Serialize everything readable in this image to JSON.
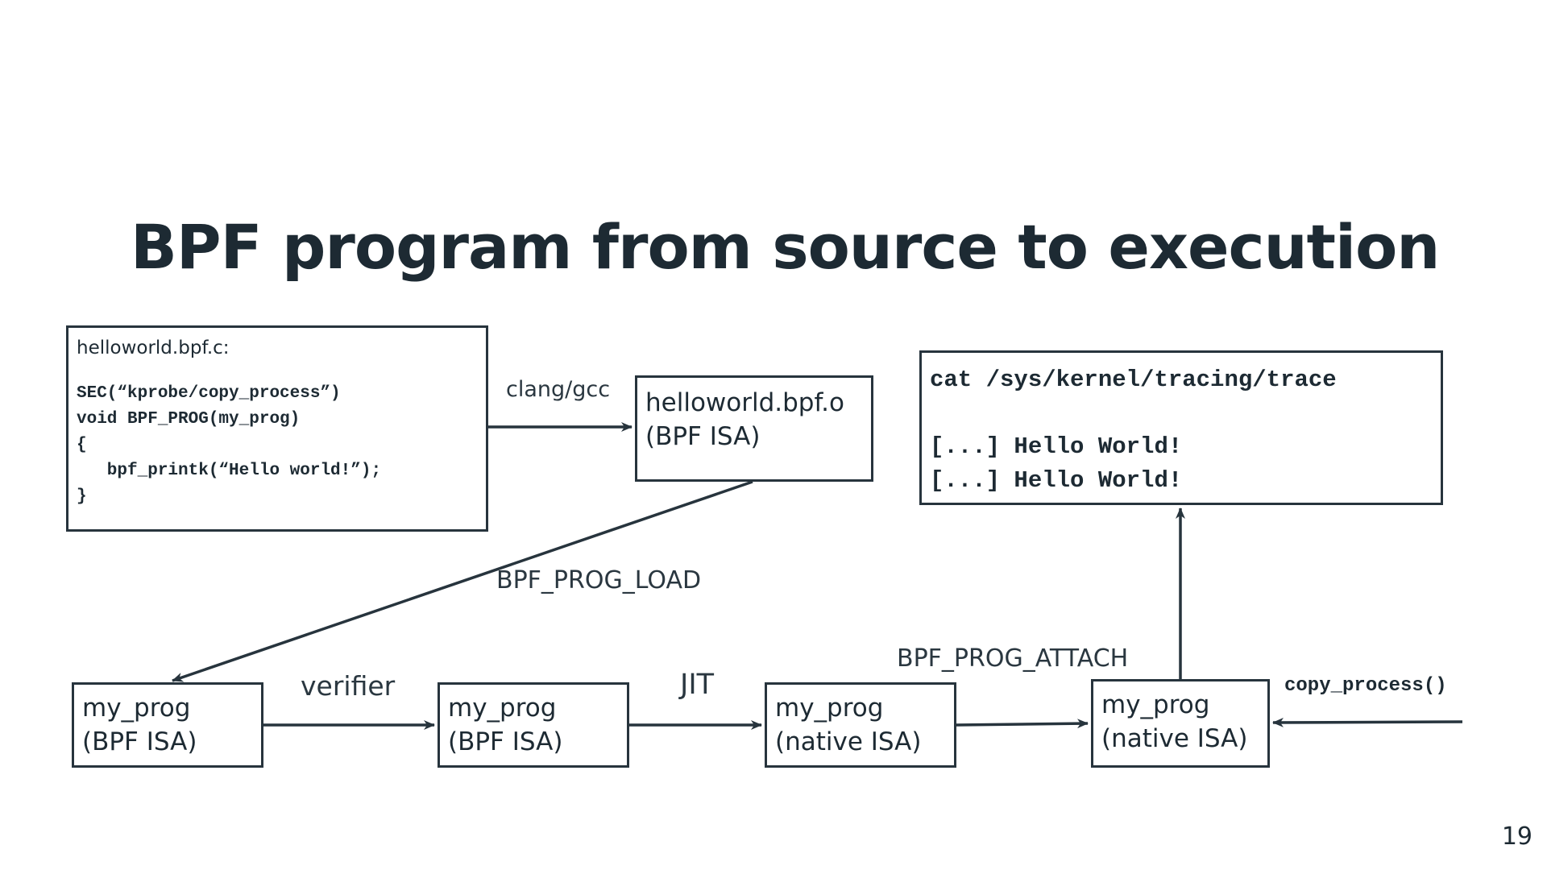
{
  "title": "BPF program from source to execution",
  "page_number": "19",
  "source_box": {
    "filename": "helloworld.bpf.c:",
    "code": [
      "SEC(“kprobe/copy_process”)",
      "void BPF_PROG(my_prog)",
      "{",
      "   bpf_printk(“Hello world!”);",
      "}"
    ]
  },
  "object_box": {
    "line1": "helloworld.bpf.o",
    "line2": "(BPF ISA)"
  },
  "trace_box": {
    "command": "cat /sys/kernel/tracing/trace",
    "output": [
      "[...] Hello World!",
      "[...] Hello World!"
    ]
  },
  "stage_boxes": [
    {
      "line1": "my_prog",
      "line2": "(BPF ISA)"
    },
    {
      "line1": "my_prog",
      "line2": "(BPF ISA)"
    },
    {
      "line1": "my_prog",
      "line2": "(native ISA)"
    },
    {
      "line1": "my_prog",
      "line2": "(native ISA)"
    }
  ],
  "edge_labels": {
    "compile": "clang/gcc",
    "load": "BPF_PROG_LOAD",
    "verify": "verifier",
    "jit": "JIT",
    "attach": "BPF_PROG_ATTACH",
    "trigger": "copy_process()"
  },
  "colors": {
    "stroke": "#27343d",
    "text": "#1d2a33"
  }
}
